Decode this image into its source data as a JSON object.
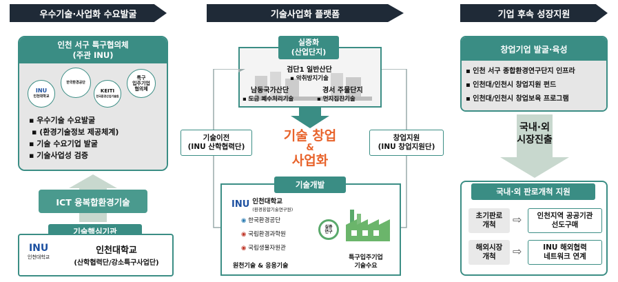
{
  "left": {
    "banner": "우수기술·사업화 수요발굴",
    "council_title_line1": "인천 서구 특구협의체",
    "council_title_line2": "(주관 INU)",
    "logos": [
      "INU",
      "인천대학교",
      "한국환경공단",
      "KEITI",
      "한국환경산업기술원",
      "특구",
      "입주기업",
      "협의체"
    ],
    "bullets": [
      "우수기술 수요발굴",
      "(환경기술정보 제공체계)",
      "기술 수요기업 발굴",
      "기술사업성 검증"
    ],
    "ict_label": "ICT 융복합환경기술",
    "core_header": "기술핵심기관",
    "core_logo": "INU",
    "core_logo_sub": "인천대학교",
    "core_name": "인천대학교",
    "core_sub": "(산학협력단/강소특구사업단)"
  },
  "middle": {
    "banner": "기술사업화 플랫폼",
    "top_box_line1": "실증화",
    "top_box_line2": "(산업단지)",
    "site1_name": "검단1 일반산단",
    "site1_tech": "악취방지기술",
    "site2_name": "남동국가산단",
    "site2_tech": "도금 폐수처리기술",
    "site3_name": "경서 주물단지",
    "site3_tech": "먼지집진기술",
    "center_line1": "기술 창업",
    "center_amp": "&",
    "center_line2": "사업화",
    "left_box_line1": "기술이전",
    "left_box_line2": "(INU 산학협력단)",
    "right_box_line1": "창업지원",
    "right_box_line2": "(INU 창업지원단)",
    "dev_header": "기술개발",
    "dev_logo": "INU",
    "dev_org": "인천대학교",
    "dev_org_sub": "(환경융합기술연구원)",
    "dev_agencies": [
      "한국환경공단",
      "국립환경과학원",
      "국립생물자원관"
    ],
    "cycle_label_line1": "실증",
    "cycle_label_line2": "연구",
    "dev_caption_left": "원천기술 & 응용기술",
    "dev_caption_right_line1": "특구입주기업",
    "dev_caption_right_line2": "기술수요"
  },
  "right": {
    "banner": "기업 후속 성장지원",
    "top_header": "창업기업 발굴·육성",
    "bullets": [
      "인천 서구 종합환경연구단지 인프라",
      "인천대/인천시 창업지원 펀드",
      "인천대/인천시 창업보육 프로그램"
    ],
    "market_line1": "국내·외",
    "market_line2": "시장진출",
    "sales_header": "국내·외 판로개척 지원",
    "row1_left_line1": "초기판로",
    "row1_left_line2": "개척",
    "row1_right_line1": "인천지역 공공기관",
    "row1_right_line2": "선도구매",
    "row2_left_line1": "해외시장",
    "row2_left_line2": "개척",
    "row2_right_line1": "INU 해외협력",
    "row2_right_line2": "네트워크 연계"
  },
  "colors": {
    "teal": "#3a8d84",
    "dark": "#1f2a37",
    "orange": "#e8632b",
    "light_green": "#c8d8ce",
    "grey": "#e6e6e6"
  }
}
